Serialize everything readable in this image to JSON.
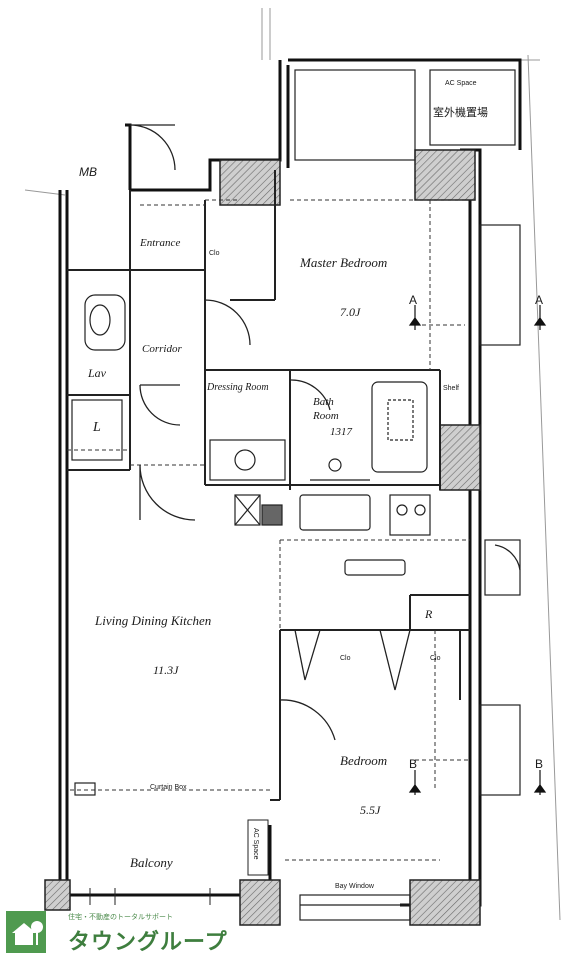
{
  "rooms": {
    "master_bedroom": {
      "name": "Master Bedroom",
      "area": "7.0J"
    },
    "entrance": {
      "name": "Entrance"
    },
    "corridor": {
      "name": "Corridor"
    },
    "lav": {
      "name": "Lav"
    },
    "laundry": {
      "name": "L"
    },
    "dressing_room": {
      "name": "Dressing Room"
    },
    "bath_room": {
      "name": "Bath Room",
      "size": "1317"
    },
    "ldk": {
      "name": "Living Dining Kitchen",
      "area": "11.3J"
    },
    "bedroom": {
      "name": "Bedroom",
      "area": "5.5J"
    },
    "balcony": {
      "name": "Balcony"
    }
  },
  "labels": {
    "mb": "MB",
    "ac_space_top": "AC Space",
    "outdoor_unit": "室外機置場",
    "clo": "Clo",
    "shelf": "Shelf",
    "refrigerator": "R",
    "curtain_box": "Curtain Box",
    "bay_window": "Bay Window",
    "ac_space_balcony": "AC Space",
    "section_a": "A",
    "section_b": "B"
  },
  "logo": {
    "caption": "住宅・不動産のトータルサポート",
    "name": "タウングループ"
  }
}
